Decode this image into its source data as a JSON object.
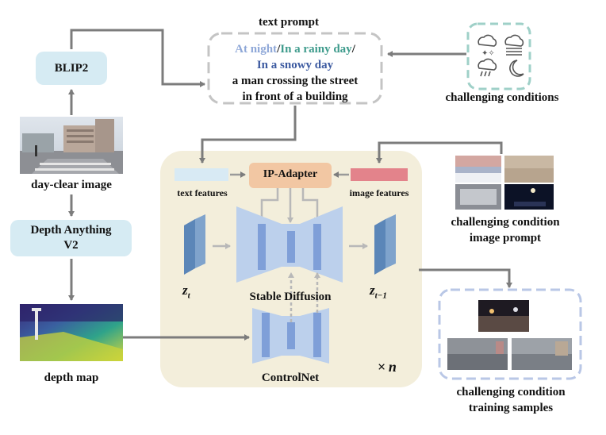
{
  "text_prompt": {
    "title": "text prompt",
    "night": "At night",
    "sep1": "/",
    "rainy": "In a rainy day",
    "sep2": "/",
    "snowy": "In a snowy day",
    "line3": "a man crossing the street",
    "line4": "in front of a building"
  },
  "blip2": "BLIP2",
  "day_clear": "day-clear image",
  "depth_anything": {
    "line1": "Depth Anything",
    "line2": "V2"
  },
  "depth_map": "depth map",
  "challenging_conditions": "challenging conditions",
  "image_prompt": {
    "line1": "challenging condition",
    "line2": "image prompt"
  },
  "training_samples": {
    "line1": "challenging condition",
    "line2": "training samples"
  },
  "ip_adapter": "IP-Adapter",
  "text_features": "text features",
  "image_features": "image features",
  "stable_diffusion": "Stable Diffusion",
  "controlnet": "ControlNet",
  "z_t": {
    "base": "z",
    "sub": "t"
  },
  "z_t1": {
    "base": "z",
    "sub": "t−1"
  },
  "times_n": {
    "x": "×",
    "n": "n"
  },
  "colors": {
    "night": "#8fa8d8",
    "rainy": "#3e9b8c",
    "snowy": "#3c5aa0",
    "pill": "#d6ebf3",
    "panel": "#f3eedb",
    "ip_adapter": "#f2c7a3",
    "text_feat": "#d8eaf4",
    "image_feat": "#e3838b",
    "unet": "#bcd0ec",
    "unet_bar": "#7f9fd8",
    "arrow": "#7c7c7c"
  },
  "icons": [
    "snow-cloud-icon",
    "fog-cloud-icon",
    "rain-cloud-icon",
    "moon-icon"
  ]
}
